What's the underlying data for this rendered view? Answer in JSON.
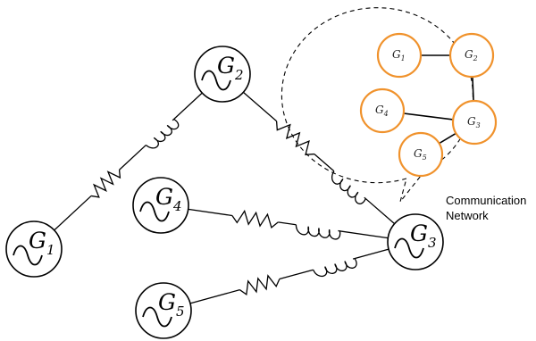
{
  "generators": [
    {
      "id": "G1",
      "letter": "G",
      "sub": "1"
    },
    {
      "id": "G2",
      "letter": "G",
      "sub": "2"
    },
    {
      "id": "G3",
      "letter": "G",
      "sub": "3"
    },
    {
      "id": "G4",
      "letter": "G",
      "sub": "4"
    },
    {
      "id": "G5",
      "letter": "G",
      "sub": "5"
    }
  ],
  "transmission_lines": [
    {
      "from": "G1",
      "to": "G2"
    },
    {
      "from": "G2",
      "to": "G3"
    },
    {
      "from": "G4",
      "to": "G3"
    },
    {
      "from": "G5",
      "to": "G3"
    }
  ],
  "communication_network": {
    "label_line1": "Communication",
    "label_line2": "Network",
    "node_color": "#f0922c",
    "nodes": [
      {
        "id": "G1",
        "letter": "G",
        "sub": "1"
      },
      {
        "id": "G2",
        "letter": "G",
        "sub": "2"
      },
      {
        "id": "G3",
        "letter": "G",
        "sub": "3"
      },
      {
        "id": "G4",
        "letter": "G",
        "sub": "4"
      },
      {
        "id": "G5",
        "letter": "G",
        "sub": "5"
      }
    ],
    "links": [
      {
        "from": "G1",
        "to": "G2"
      },
      {
        "from": "G2",
        "to": "G3"
      },
      {
        "from": "G4",
        "to": "G3"
      },
      {
        "from": "G5",
        "to": "G3"
      }
    ]
  }
}
